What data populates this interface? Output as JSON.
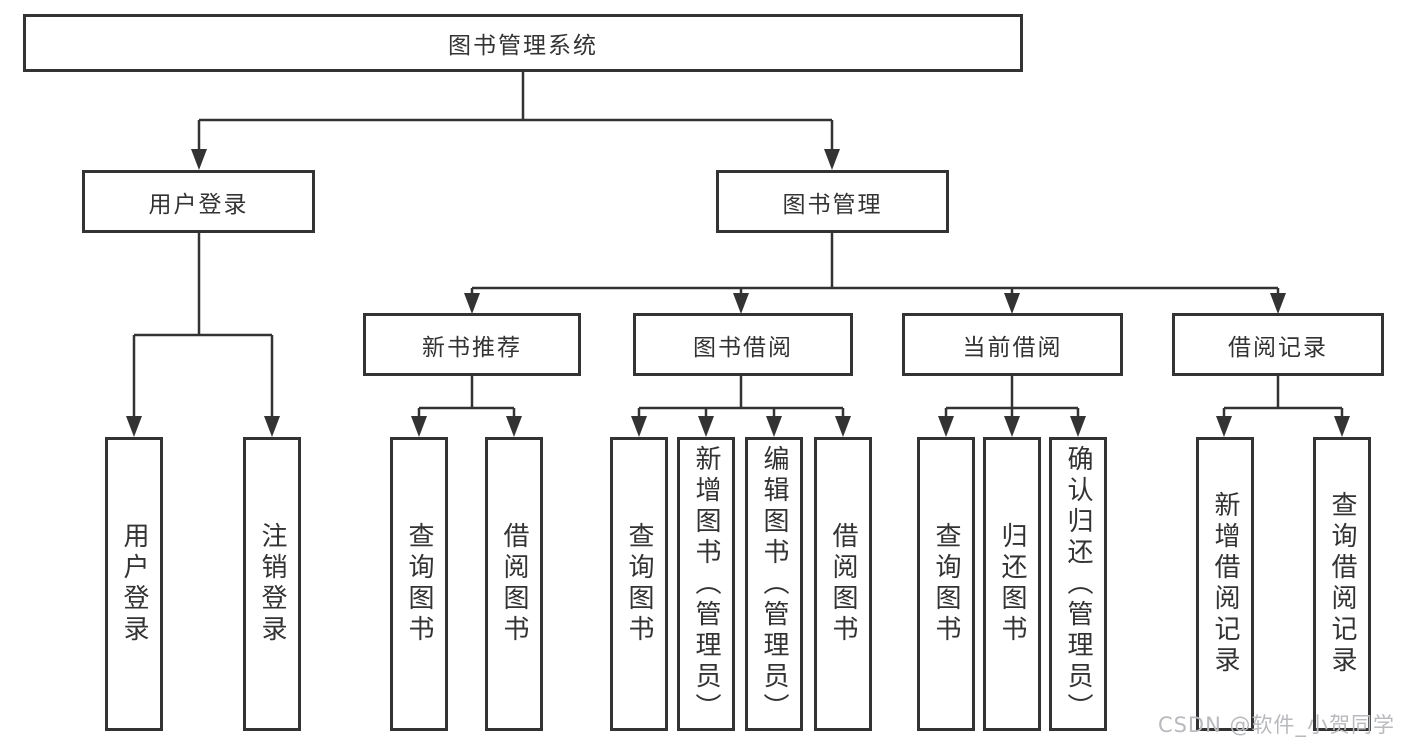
{
  "root": {
    "label": "图书管理系统"
  },
  "branches": {
    "user_login": {
      "label": "用户登录",
      "children": [
        {
          "label": "用户登录"
        },
        {
          "label": "注销登录"
        }
      ]
    },
    "book_mgmt": {
      "label": "图书管理",
      "children": {
        "new_book_rec": {
          "label": "新书推荐",
          "children": [
            {
              "label": "查询图书"
            },
            {
              "label": "借阅图书"
            }
          ]
        },
        "book_borrow": {
          "label": "图书借阅",
          "children": [
            {
              "label": "查询图书"
            },
            {
              "label": "新增图书（管理员）"
            },
            {
              "label": "编辑图书（管理员）"
            },
            {
              "label": "借阅图书"
            }
          ]
        },
        "current_borrow": {
          "label": "当前借阅",
          "children": [
            {
              "label": "查询图书"
            },
            {
              "label": "归还图书"
            },
            {
              "label": "确认归还（管理员）"
            }
          ]
        },
        "borrow_records": {
          "label": "借阅记录",
          "children": [
            {
              "label": "新增借阅记录"
            },
            {
              "label": "查询借阅记录"
            }
          ]
        }
      }
    }
  },
  "watermark": "CSDN @软件_小贺同学",
  "colors": {
    "line": "#333333",
    "box_border": "#333333",
    "box_background": "#ffffff",
    "text": "#333333",
    "watermark": "#b8babd",
    "page_background": "#ffffff"
  }
}
